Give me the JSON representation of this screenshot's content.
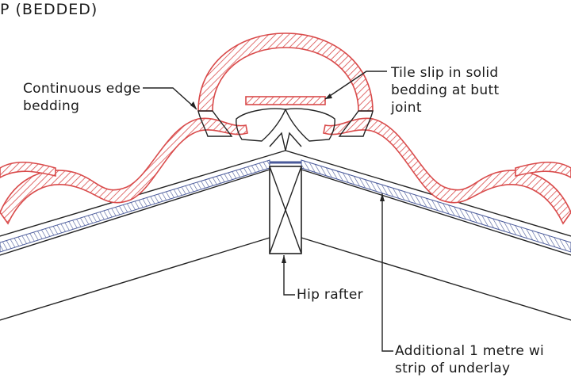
{
  "title": "P  (BEDDED)",
  "labels": {
    "continuous_edge_bedding": [
      "Continuous edge",
      "bedding"
    ],
    "tile_slip": [
      "Tile slip in solid",
      "bedding at butt",
      "joint"
    ],
    "hip_rafter": "Hip rafter",
    "underlay_strip": [
      "Additional 1 metre wi",
      "strip of underlay"
    ]
  },
  "colors": {
    "tile_red": "#d94a4a",
    "ink": "#222222",
    "underlay_blue": "#4a5a9a"
  }
}
